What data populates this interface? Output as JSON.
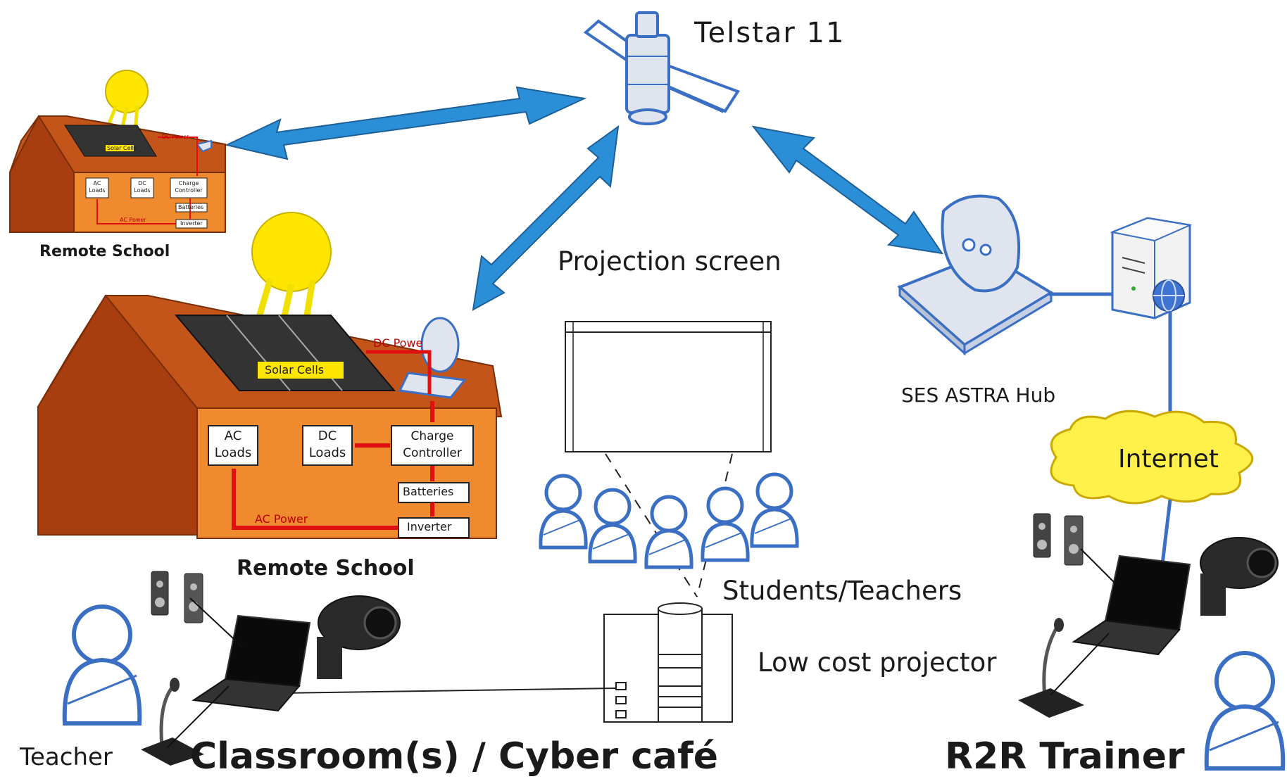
{
  "labels": {
    "satellite": "Telstar 11",
    "projection_screen": "Projection screen",
    "hub": "SES ASTRA Hub",
    "internet": "Internet",
    "students": "Students/Teachers",
    "projector": "Low cost projector",
    "teacher": "Teacher",
    "classroom": "Classroom(s) / Cyber café",
    "trainer": "R2R Trainer"
  },
  "school_small": {
    "caption": "Remote School",
    "solar": "Solar Cells",
    "dc_power": "DC Power",
    "ac_loads": [
      "AC",
      "Loads"
    ],
    "dc_loads": [
      "DC",
      "Loads"
    ],
    "charge": [
      "Charge",
      "Controller"
    ],
    "batteries": "Batteries",
    "inverter": "Inverter",
    "ac_power": "AC Power"
  },
  "school_large": {
    "caption": "Remote School",
    "solar": "Solar Cells",
    "dc_power": "DC Powe",
    "ac_loads": [
      "AC",
      "Loads"
    ],
    "dc_loads": [
      "DC",
      "Loads"
    ],
    "charge": [
      "Charge",
      "Controller"
    ],
    "batteries": "Batteries",
    "inverter": "Inverter",
    "ac_power": "AC Power"
  },
  "colors": {
    "arrow": "#2b8fd8",
    "outline_blue": "#3a6fc4",
    "roof": "#c4551a",
    "wall": "#f08a2e",
    "sun": "#ffe600",
    "cloud": "#fff04a",
    "red_line": "#e01010"
  }
}
